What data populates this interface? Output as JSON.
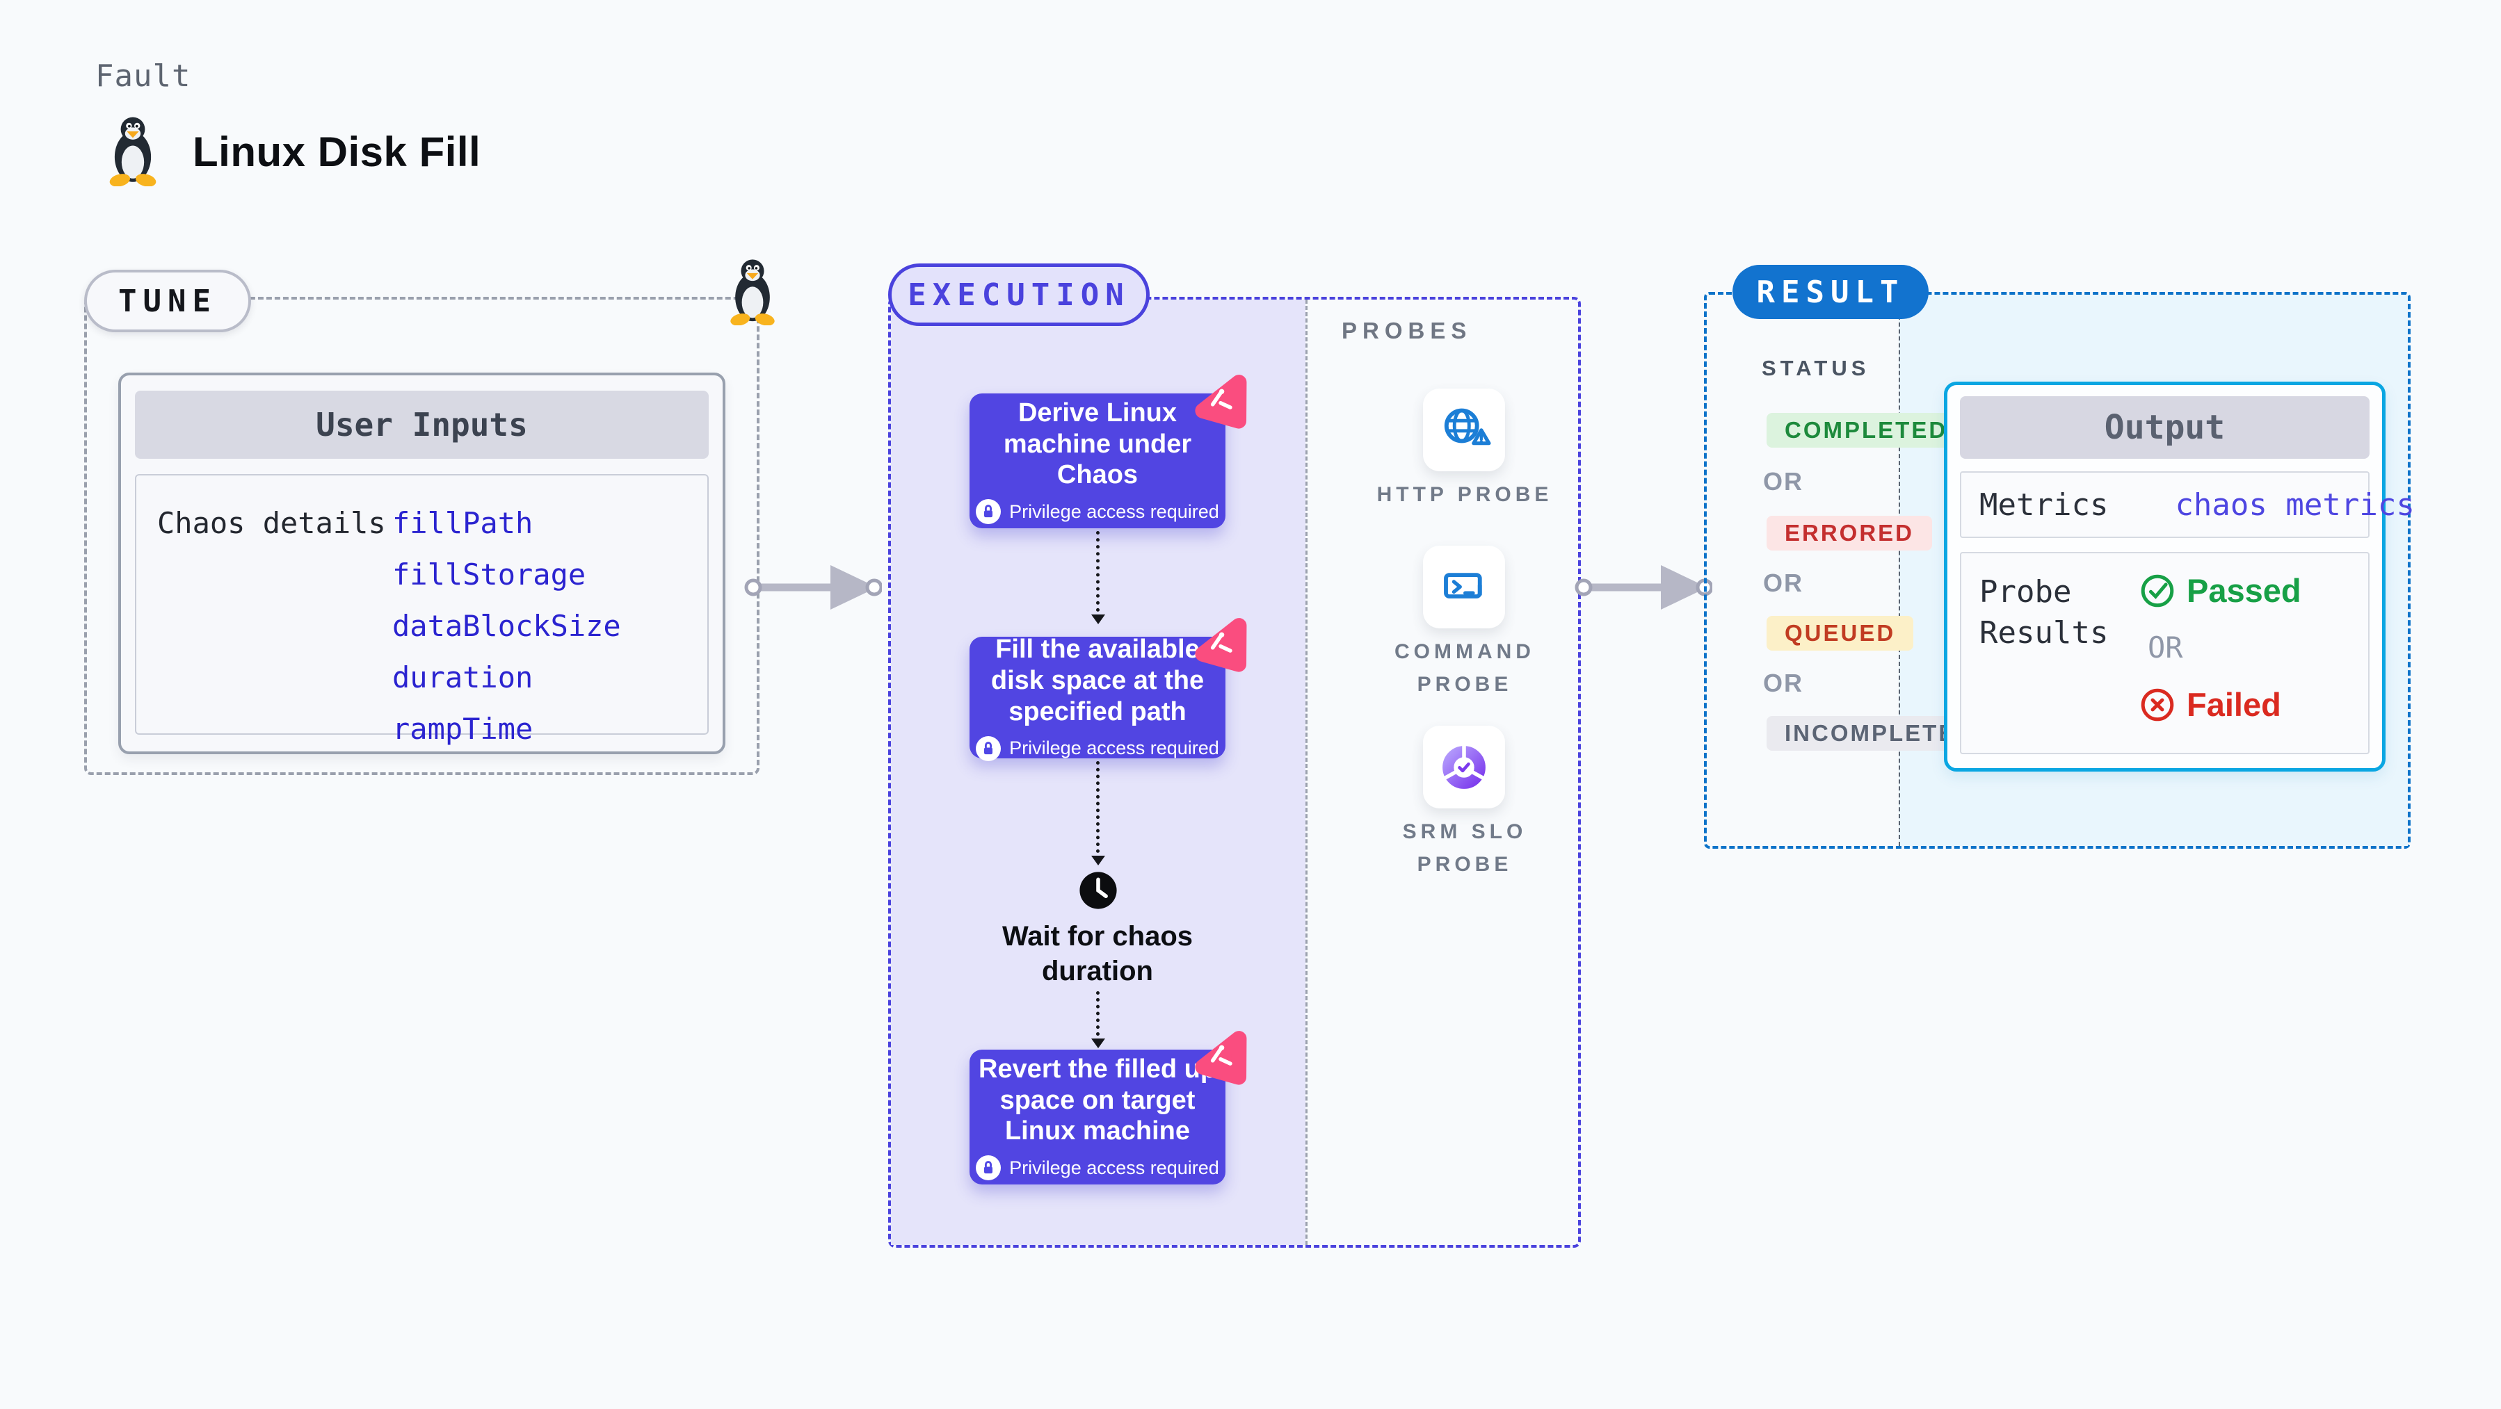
{
  "colors": {
    "background": "#f8fafc",
    "node_indigo": "#5145e2",
    "execution_fill": "#e5e4fa",
    "execution_dash": "#4a42dd",
    "tune_dash": "#9aa0ad",
    "result_dash": "#0d73c9",
    "result_fill": "#e9f6fd",
    "result_pill_blue": "#1273cf",
    "output_border_cyan": "#0aa6e2",
    "link_blue": "#2b24d0",
    "litmus_pink": "#fa4d7f",
    "passed_green": "#17a046",
    "failed_red": "#da2a20"
  },
  "header": {
    "eyebrow": "Fault",
    "title": "Linux Disk Fill",
    "icon": "tux-penguin-icon"
  },
  "tune": {
    "label": "TUNE",
    "corner_icon": "tux-penguin-icon",
    "card": {
      "title": "User Inputs",
      "row_label": "Chaos details",
      "inputs": [
        "fillPath",
        "fillStorage",
        "dataBlockSize",
        "duration",
        "rampTime"
      ]
    }
  },
  "execution": {
    "label": "EXECUTION",
    "privilege_label": "Privilege access required",
    "badge_icon": "litmus-chaos-icon",
    "lock_icon": "lock-icon",
    "steps": [
      {
        "text": "Derive Linux machine under Chaos",
        "lines": [
          "Derive Linux",
          "machine under",
          "Chaos"
        ]
      },
      {
        "text": "Fill the available disk space at the specified path",
        "lines": [
          "Fill the available",
          "disk space at the",
          "specified path"
        ]
      },
      {
        "text": "Revert the filled up space on target Linux machine",
        "lines": [
          "Revert the filled up",
          "space on target",
          "Linux machine"
        ]
      }
    ],
    "wait_step": {
      "icon": "clock-icon",
      "text": "Wait for chaos duration",
      "lines": [
        "Wait for chaos",
        "duration"
      ]
    }
  },
  "probes": {
    "label": "PROBES",
    "items": [
      {
        "name": "HTTP PROBE",
        "lines": [
          "HTTP PROBE"
        ],
        "icon": "globe-alert-icon"
      },
      {
        "name": "COMMAND PROBE",
        "lines": [
          "COMMAND",
          "PROBE"
        ],
        "icon": "terminal-icon"
      },
      {
        "name": "SRM SLO PROBE",
        "lines": [
          "SRM SLO",
          "PROBE"
        ],
        "icon": "slo-donut-icon"
      }
    ]
  },
  "result": {
    "label": "RESULT",
    "status_title": "STATUS",
    "or_label": "OR",
    "statuses": [
      {
        "text": "COMPLETED",
        "fg": "#1d8a3c",
        "bg": "#dcf3de"
      },
      {
        "text": "ERRORED",
        "fg": "#c42f2f",
        "bg": "#fce5e5"
      },
      {
        "text": "QUEUED",
        "fg": "#c13c22",
        "bg": "#fcf0c8"
      },
      {
        "text": "INCOMPLETED",
        "fg": "#5b6474",
        "bg": "#eaeaef"
      }
    ],
    "output": {
      "title": "Output",
      "metrics_label": "Metrics",
      "metrics_value": "chaos metrics",
      "probe_results_label": "Probe Results",
      "probe_results_lines": [
        "Probe",
        "Results"
      ],
      "or_label": "OR",
      "passed": {
        "text": "Passed",
        "icon": "check-circle-icon",
        "color": "#17a046"
      },
      "failed": {
        "text": "Failed",
        "icon": "x-circle-icon",
        "color": "#da2a20"
      }
    }
  }
}
